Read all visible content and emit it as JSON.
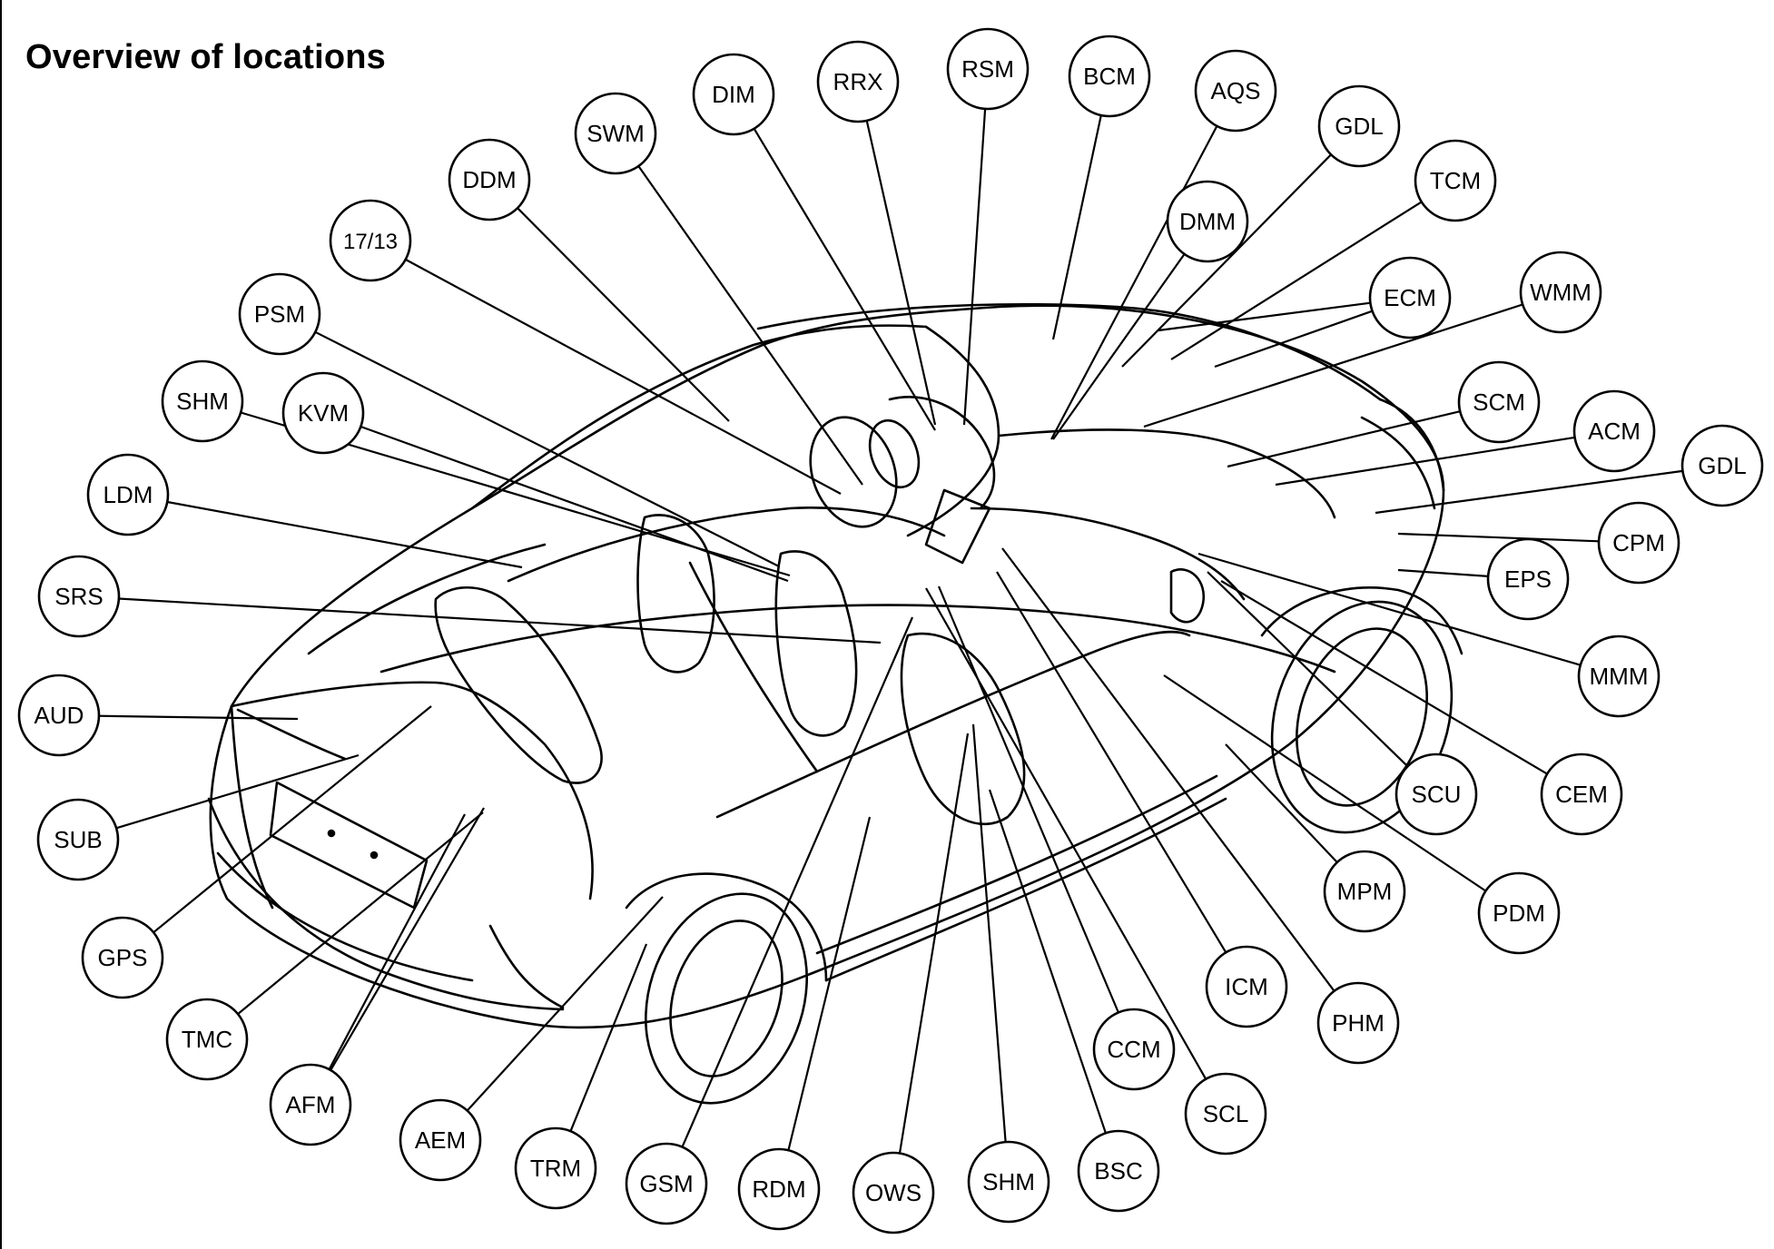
{
  "title": "Overview of locations",
  "colors": {
    "line": "#000000",
    "background": "#ffffff",
    "bubble_fill": "#ffffff"
  },
  "callouts": [
    {
      "label": "DIM"
    },
    {
      "label": "RRX"
    },
    {
      "label": "RSM"
    },
    {
      "label": "BCM"
    },
    {
      "label": "AQS"
    },
    {
      "label": "GDL"
    },
    {
      "label": "TCM"
    },
    {
      "label": "SWM"
    },
    {
      "label": "DDM"
    },
    {
      "label": "DMM"
    },
    {
      "label": "17/13"
    },
    {
      "label": "ECM"
    },
    {
      "label": "WMM"
    },
    {
      "label": "PSM"
    },
    {
      "label": "SCM"
    },
    {
      "label": "ACM"
    },
    {
      "label": "GDL"
    },
    {
      "label": "SHM"
    },
    {
      "label": "KVM"
    },
    {
      "label": "CPM"
    },
    {
      "label": "LDM"
    },
    {
      "label": "EPS"
    },
    {
      "label": "SRS"
    },
    {
      "label": "MMM"
    },
    {
      "label": "AUD"
    },
    {
      "label": "SCU"
    },
    {
      "label": "CEM"
    },
    {
      "label": "SUB"
    },
    {
      "label": "MPM"
    },
    {
      "label": "PDM"
    },
    {
      "label": "GPS"
    },
    {
      "label": "ICM"
    },
    {
      "label": "PHM"
    },
    {
      "label": "TMC"
    },
    {
      "label": "CCM"
    },
    {
      "label": "AFM"
    },
    {
      "label": "SCL"
    },
    {
      "label": "AEM"
    },
    {
      "label": "TRM"
    },
    {
      "label": "GSM"
    },
    {
      "label": "RDM"
    },
    {
      "label": "OWS"
    },
    {
      "label": "SHM"
    },
    {
      "label": "BSC"
    }
  ]
}
